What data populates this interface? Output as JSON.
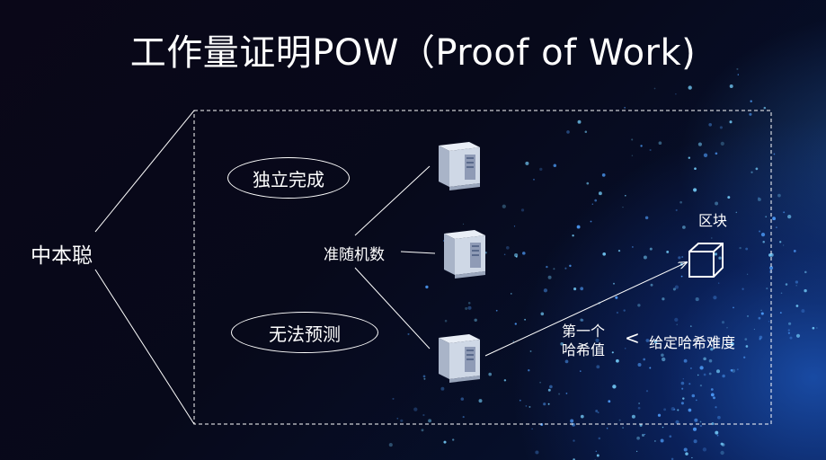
{
  "title": "工作量证明POW（Proof of Work)",
  "founder": "中本聪",
  "ovals": {
    "independent": "独立完成",
    "unpredictable": "无法预测"
  },
  "random_label": "准随机数",
  "block_label": "区块",
  "first_hash": {
    "line1": "第一个",
    "line2": "哈希值"
  },
  "less_than": "<",
  "target": "给定哈希难度"
}
